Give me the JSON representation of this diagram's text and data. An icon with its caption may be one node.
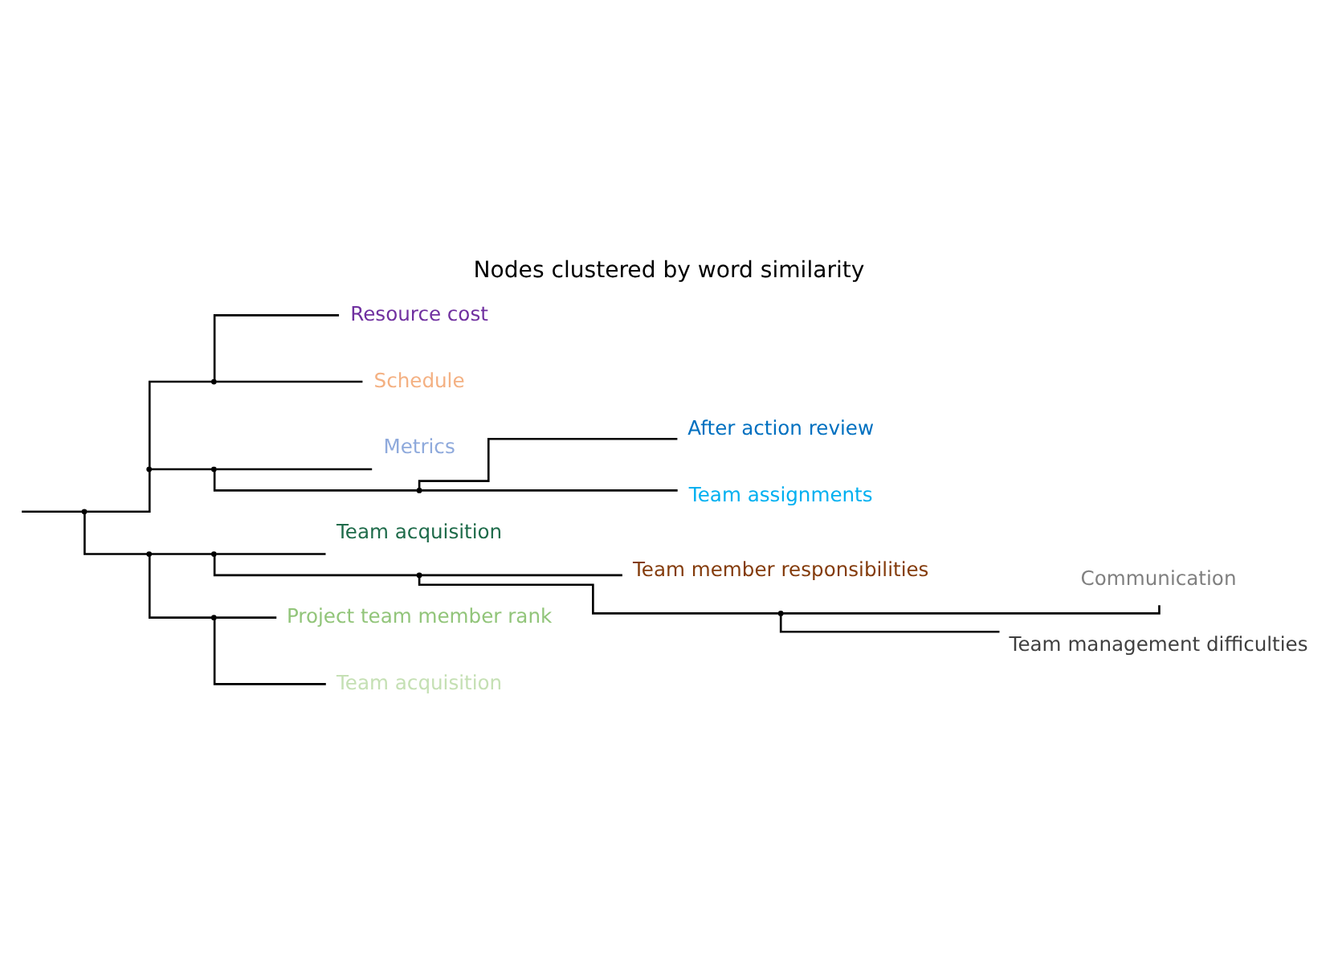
{
  "diagram": {
    "title": "Nodes clustered by word similarity",
    "nodes": [
      {
        "text": [
          "Resource cost"
        ]
      },
      {
        "text": [
          "Schedule"
        ]
      },
      {
        "text": [
          "Metrics"
        ]
      },
      {
        "text": [
          "After action review"
        ]
      },
      {
        "text": [
          "Team assignments"
        ]
      },
      {
        "text": [
          "Team acquisition"
        ]
      },
      {
        "text": [
          "Team member responsibilities"
        ]
      },
      {
        "text": [
          "Communication"
        ]
      },
      {
        "text": [
          "Team management difficulties"
        ]
      },
      {
        "text": [
          "Project team member rank"
        ]
      },
      {
        "text": [
          "Team acquisition"
        ]
      },
      {
        "text": [],
        "shape": "point"
      },
      {
        "text": [],
        "shape": "point"
      },
      {
        "text": [],
        "shape": "point"
      },
      {
        "text": [],
        "shape": "point"
      },
      {
        "text": [],
        "shape": "point"
      },
      {
        "text": [],
        "shape": "point"
      },
      {
        "text": [],
        "shape": "point"
      },
      {
        "text": [],
        "shape": "point"
      },
      {
        "text": [],
        "shape": "point"
      },
      {
        "text": [],
        "shape": "point"
      }
    ],
    "edges": [
      {
        "from": null,
        "to": 11,
        "arrow": "none"
      },
      {
        "from": 11,
        "to": 12,
        "arrow": "none"
      },
      {
        "from": 11,
        "to": 13,
        "arrow": "none"
      },
      {
        "from": 12,
        "to": 14,
        "arrow": "none"
      },
      {
        "from": 12,
        "to": 15,
        "arrow": "none"
      },
      {
        "from": 14,
        "to": 0,
        "arrow": "none"
      },
      {
        "from": 14,
        "to": 1,
        "arrow": "none"
      },
      {
        "from": 15,
        "to": 2,
        "arrow": "none"
      },
      {
        "from": 15,
        "to": 18,
        "arrow": "none"
      },
      {
        "from": 18,
        "to": 3,
        "arrow": "none"
      },
      {
        "from": 18,
        "to": 4,
        "arrow": "none"
      },
      {
        "from": 13,
        "to": 16,
        "arrow": "none"
      },
      {
        "from": 13,
        "to": 17,
        "arrow": "none"
      },
      {
        "from": 16,
        "to": 5,
        "arrow": "none"
      },
      {
        "from": 16,
        "to": 19,
        "arrow": "none"
      },
      {
        "from": 19,
        "to": 6,
        "arrow": "none"
      },
      {
        "from": 19,
        "to": 20,
        "arrow": "none"
      },
      {
        "from": 20,
        "to": 7,
        "arrow": "none"
      },
      {
        "from": 20,
        "to": 8,
        "arrow": "none"
      },
      {
        "from": 17,
        "to": 9,
        "arrow": "none"
      },
      {
        "from": 17,
        "to": 10,
        "arrow": "none"
      }
    ]
  }
}
